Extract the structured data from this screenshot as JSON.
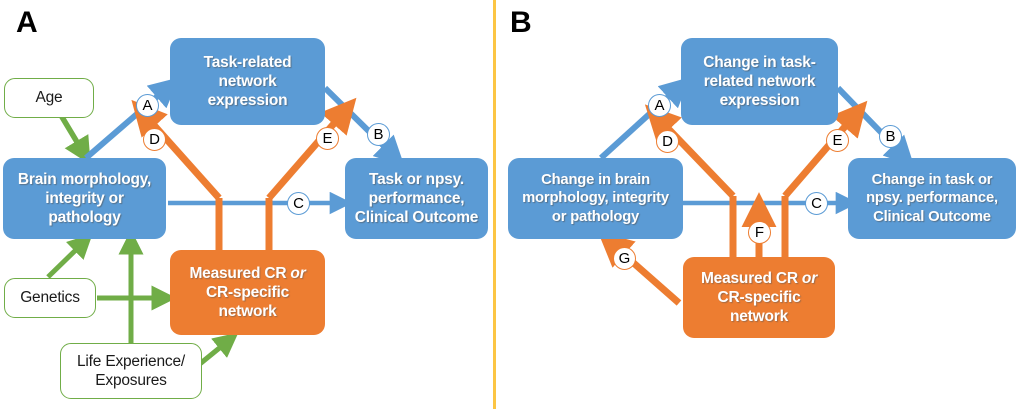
{
  "figure": {
    "colors": {
      "blue": "#5b9bd5",
      "orange": "#ed7d31",
      "green": "#70ad47",
      "divider": "#fcc544",
      "text_on_fill": "#ffffff",
      "text_plain": "#1a1a1a"
    },
    "divider_label": "panel-divider"
  },
  "panels": [
    {
      "letter": "A",
      "nodes": {
        "age": "Age",
        "genetics": "Genetics",
        "life_experience_line1": "Life Experience/",
        "life_experience_line2": "Exposures",
        "task_network_line1": "Task-related",
        "task_network_line2": "network",
        "task_network_line3": "expression",
        "brain_line1": "Brain morphology,",
        "brain_line2": "integrity or",
        "brain_line3": "pathology",
        "outcome_line1": "Task or npsy.",
        "outcome_line2": "performance,",
        "outcome_line3": "Clinical Outcome",
        "cr_line1_a": "Measured CR ",
        "cr_line1_b": "or",
        "cr_line2": "CR-specific",
        "cr_line3": "network"
      },
      "edge_labels": [
        "A",
        "B",
        "C",
        "D",
        "E"
      ]
    },
    {
      "letter": "B",
      "nodes": {
        "task_network_line1": "Change in task-",
        "task_network_line2": "related network",
        "task_network_line3": "expression",
        "brain_line1": "Change in brain",
        "brain_line2": "morphology, integrity",
        "brain_line3": "or pathology",
        "outcome_line1": "Change in task or",
        "outcome_line2": "npsy.  performance,",
        "outcome_line3": "Clinical Outcome",
        "cr_line1_a": "Measured CR ",
        "cr_line1_b": "or",
        "cr_line2": "CR-specific",
        "cr_line3": "network"
      },
      "edge_labels": [
        "A",
        "B",
        "C",
        "D",
        "E",
        "F",
        "G"
      ]
    }
  ]
}
